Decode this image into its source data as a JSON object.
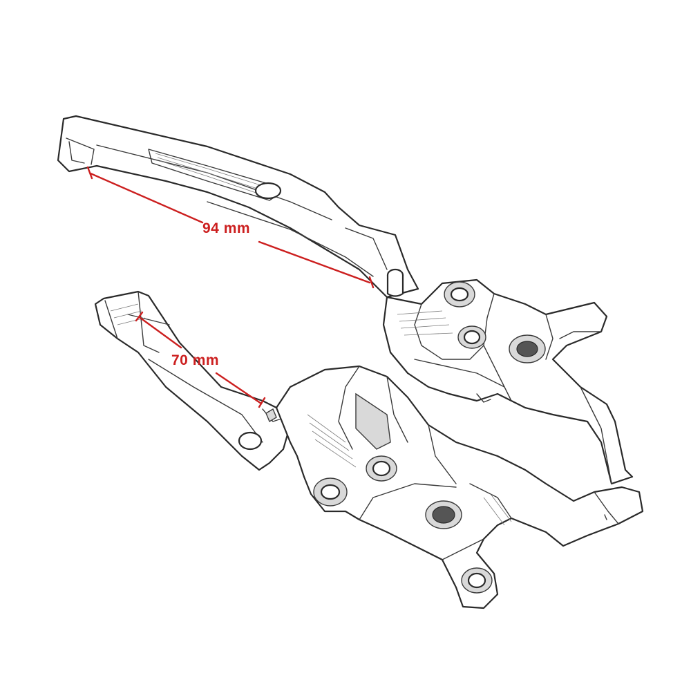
{
  "dimensions": {
    "upper_lever": {
      "label": "94 mm"
    },
    "lower_lever": {
      "label": "70 mm"
    }
  },
  "colors": {
    "dimension": "#cc1f1f",
    "outline": "#2a2a2a",
    "background": "#ffffff"
  },
  "icons": [
    "upper-brake-lever",
    "lower-clutch-lever"
  ]
}
